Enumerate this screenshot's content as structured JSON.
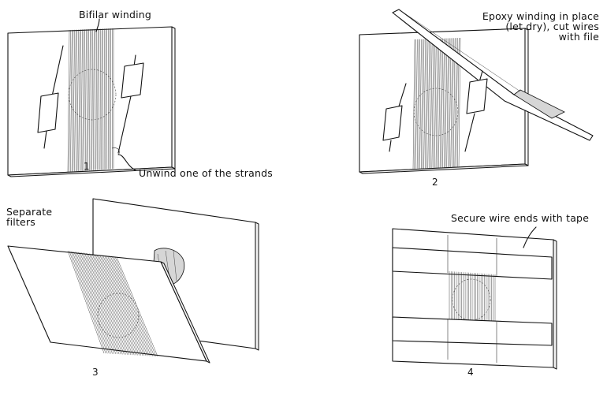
{
  "panels": [
    {
      "number": "1",
      "labels": {
        "top": "Bifilar winding",
        "bottom": "Unwind one of the strands"
      }
    },
    {
      "number": "2",
      "labels": {
        "top": "Epoxy winding in place\n(let dry), cut wires\nwith file"
      }
    },
    {
      "number": "3",
      "labels": {
        "top": "Separate\nfilters"
      }
    },
    {
      "number": "4",
      "labels": {
        "top": "Secure wire ends with tape"
      }
    }
  ]
}
